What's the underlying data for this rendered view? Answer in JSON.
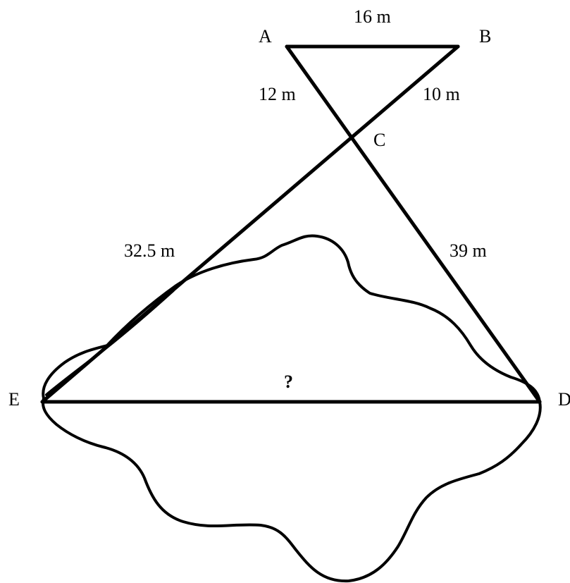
{
  "points": {
    "A": "A",
    "B": "B",
    "C": "C",
    "D": "D",
    "E": "E"
  },
  "measurements": {
    "AB": "16 m",
    "AC": "12 m",
    "BC": "10 m",
    "CE": "32.5 m",
    "CD": "39 m",
    "ED": "?"
  },
  "colors": {
    "stroke": "#000000",
    "background": "#ffffff"
  }
}
